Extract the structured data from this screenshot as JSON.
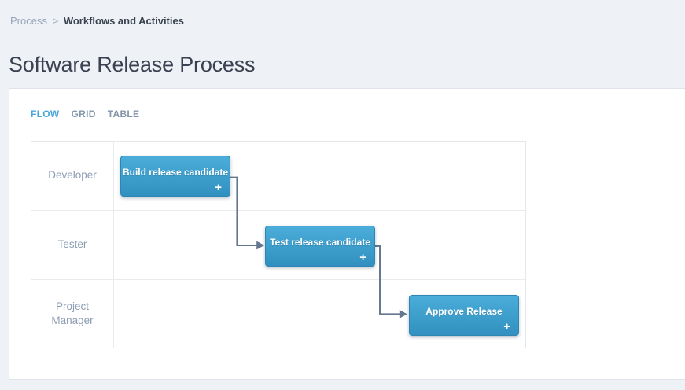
{
  "breadcrumb": {
    "parent": "Process",
    "separator": ">",
    "current": "Workflows and Activities"
  },
  "page_title": "Software Release Process",
  "tabs": [
    {
      "label": "FLOW",
      "active": true
    },
    {
      "label": "GRID",
      "active": false
    },
    {
      "label": "TABLE",
      "active": false
    }
  ],
  "diagram": {
    "type": "swimlane-flow",
    "lanes": [
      {
        "label": "Developer"
      },
      {
        "label": "Tester"
      },
      {
        "label": "Project Manager"
      }
    ],
    "tasks": [
      {
        "label": "Build release candidate",
        "lane": "Developer",
        "add_label": "+"
      },
      {
        "label": "Test release candidate",
        "lane": "Tester",
        "add_label": "+"
      },
      {
        "label": "Approve Release",
        "lane": "Project Manager",
        "add_label": "+"
      }
    ],
    "connections": [
      {
        "from": "Build release candidate",
        "to": "Test release candidate"
      },
      {
        "from": "Test release candidate",
        "to": "Approve Release"
      }
    ]
  },
  "colors": {
    "page_background": "#eef1f6",
    "card_background": "#ffffff",
    "task_gradient_top": "#4badd9",
    "task_gradient_bottom": "#3190bf",
    "active_tab": "#4ba7da",
    "inactive_tab": "#8494aa",
    "lane_label_text": "#8c9cb3",
    "connector": "#64778e",
    "breadcrumb_muted": "#99a6ba",
    "title_text": "#3a4150"
  }
}
